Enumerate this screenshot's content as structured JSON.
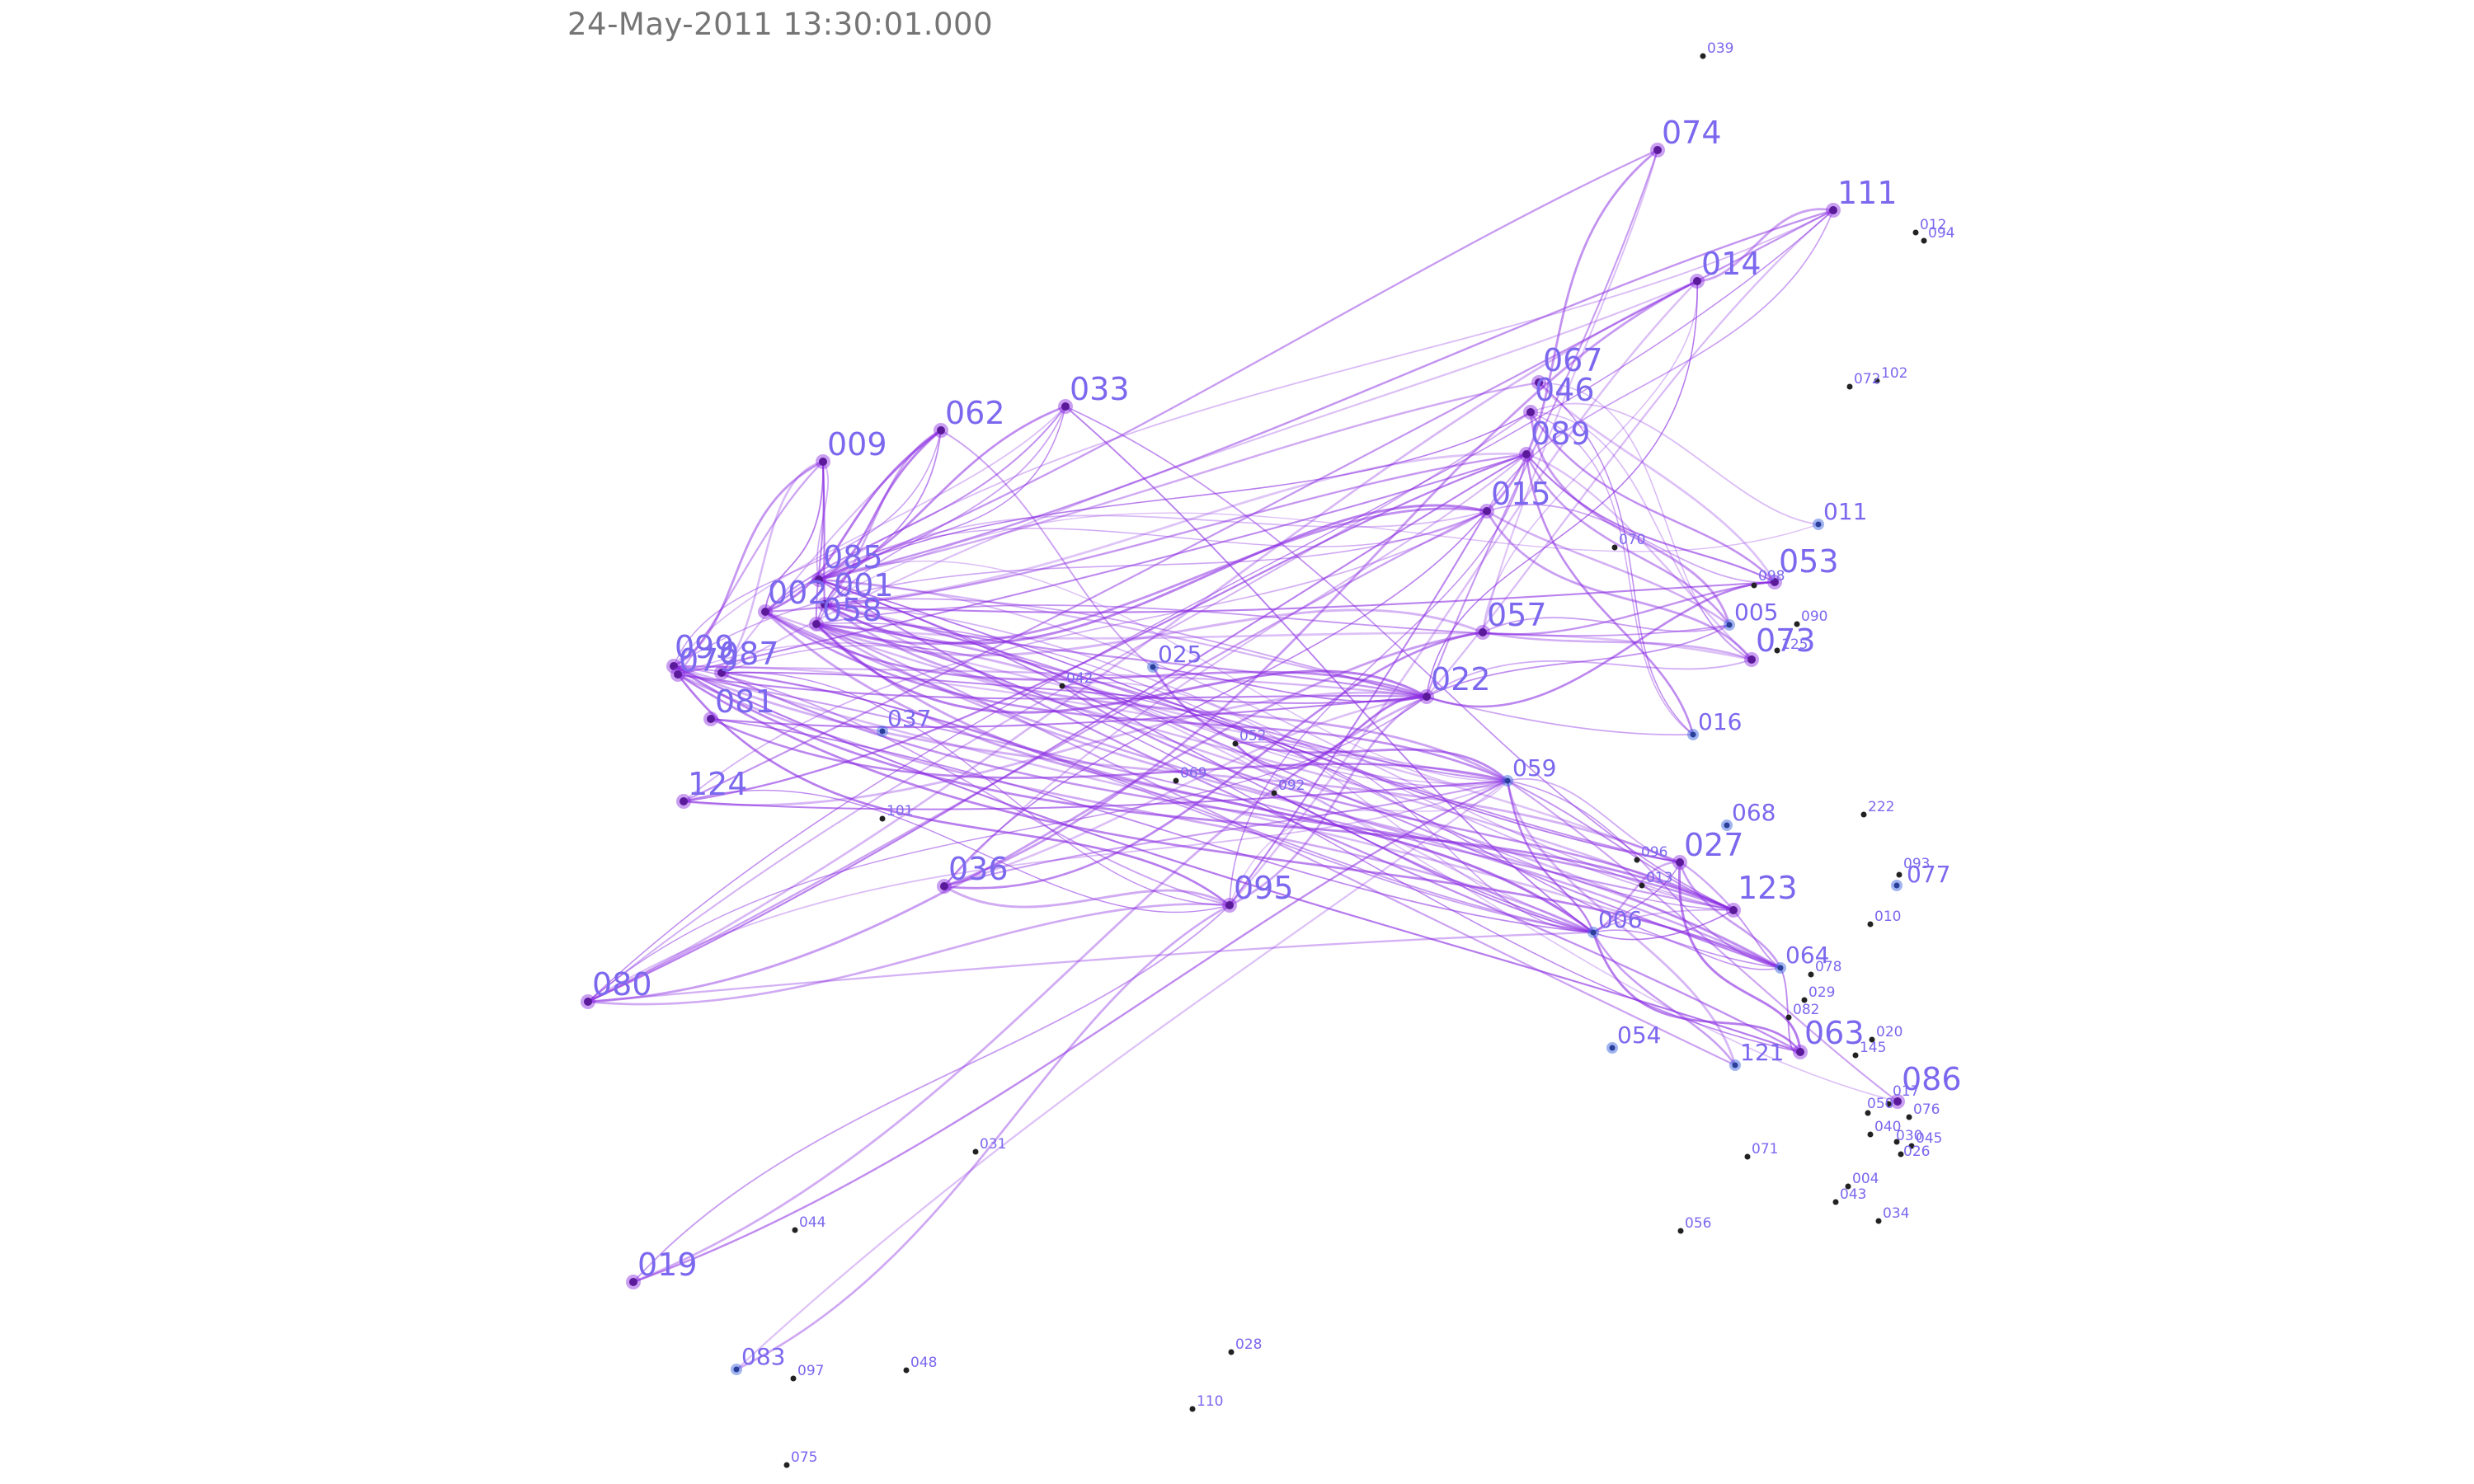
{
  "timestamp": "24-May-2011 13:30:01.000",
  "colors": {
    "edge": "#8a2be2",
    "label": "#7b68ee",
    "node_major_fill": "#8a2be2",
    "node_blue_fill": "#4169e1",
    "node_minor_fill": "#222222",
    "timestamp": "#757575"
  },
  "nodes": [
    {
      "id": "039",
      "kind": "minor"
    },
    {
      "id": "074",
      "kind": "major"
    },
    {
      "id": "111",
      "kind": "major"
    },
    {
      "id": "012",
      "kind": "minor"
    },
    {
      "id": "094",
      "kind": "minor"
    },
    {
      "id": "014",
      "kind": "major"
    },
    {
      "id": "072",
      "kind": "minor"
    },
    {
      "id": "102",
      "kind": "minor"
    },
    {
      "id": "067",
      "kind": "major"
    },
    {
      "id": "046",
      "kind": "major"
    },
    {
      "id": "089",
      "kind": "major"
    },
    {
      "id": "015",
      "kind": "major"
    },
    {
      "id": "070",
      "kind": "minor"
    },
    {
      "id": "011",
      "kind": "blue"
    },
    {
      "id": "053",
      "kind": "major"
    },
    {
      "id": "098",
      "kind": "minor"
    },
    {
      "id": "005",
      "kind": "blue"
    },
    {
      "id": "090",
      "kind": "minor"
    },
    {
      "id": "073",
      "kind": "major"
    },
    {
      "id": "125",
      "kind": "minor"
    },
    {
      "id": "057",
      "kind": "major"
    },
    {
      "id": "022",
      "kind": "major"
    },
    {
      "id": "016",
      "kind": "blue"
    },
    {
      "id": "059",
      "kind": "blue"
    },
    {
      "id": "033",
      "kind": "major"
    },
    {
      "id": "062",
      "kind": "major"
    },
    {
      "id": "009",
      "kind": "major"
    },
    {
      "id": "085",
      "kind": "major"
    },
    {
      "id": "001",
      "kind": "major"
    },
    {
      "id": "002",
      "kind": "major"
    },
    {
      "id": "058",
      "kind": "major"
    },
    {
      "id": "099",
      "kind": "major"
    },
    {
      "id": "079",
      "kind": "major"
    },
    {
      "id": "087",
      "kind": "major"
    },
    {
      "id": "081",
      "kind": "major"
    },
    {
      "id": "025",
      "kind": "blue"
    },
    {
      "id": "042",
      "kind": "minor"
    },
    {
      "id": "037",
      "kind": "blue"
    },
    {
      "id": "052",
      "kind": "minor"
    },
    {
      "id": "069",
      "kind": "minor"
    },
    {
      "id": "092",
      "kind": "minor"
    },
    {
      "id": "101",
      "kind": "minor"
    },
    {
      "id": "124",
      "kind": "major"
    },
    {
      "id": "036",
      "kind": "major"
    },
    {
      "id": "095",
      "kind": "major"
    },
    {
      "id": "080",
      "kind": "major"
    },
    {
      "id": "019",
      "kind": "major"
    },
    {
      "id": "068",
      "kind": "blue"
    },
    {
      "id": "096",
      "kind": "minor"
    },
    {
      "id": "027",
      "kind": "major"
    },
    {
      "id": "013",
      "kind": "minor"
    },
    {
      "id": "123",
      "kind": "major"
    },
    {
      "id": "006",
      "kind": "blue"
    },
    {
      "id": "222",
      "kind": "minor"
    },
    {
      "id": "093",
      "kind": "minor"
    },
    {
      "id": "077",
      "kind": "blue"
    },
    {
      "id": "010",
      "kind": "minor"
    },
    {
      "id": "064",
      "kind": "blue"
    },
    {
      "id": "078",
      "kind": "minor"
    },
    {
      "id": "029",
      "kind": "minor"
    },
    {
      "id": "082",
      "kind": "minor"
    },
    {
      "id": "063",
      "kind": "major"
    },
    {
      "id": "020",
      "kind": "minor"
    },
    {
      "id": "145",
      "kind": "minor"
    },
    {
      "id": "054",
      "kind": "blue"
    },
    {
      "id": "121",
      "kind": "blue"
    },
    {
      "id": "086",
      "kind": "major"
    },
    {
      "id": "017",
      "kind": "minor"
    },
    {
      "id": "050",
      "kind": "minor"
    },
    {
      "id": "076",
      "kind": "minor"
    },
    {
      "id": "040",
      "kind": "minor"
    },
    {
      "id": "030",
      "kind": "minor"
    },
    {
      "id": "045",
      "kind": "minor"
    },
    {
      "id": "026",
      "kind": "minor"
    },
    {
      "id": "071",
      "kind": "minor"
    },
    {
      "id": "004",
      "kind": "minor"
    },
    {
      "id": "043",
      "kind": "minor"
    },
    {
      "id": "034",
      "kind": "minor"
    },
    {
      "id": "056",
      "kind": "minor"
    },
    {
      "id": "031",
      "kind": "minor"
    },
    {
      "id": "044",
      "kind": "minor"
    },
    {
      "id": "083",
      "kind": "blue"
    },
    {
      "id": "097",
      "kind": "minor"
    },
    {
      "id": "048",
      "kind": "minor"
    },
    {
      "id": "028",
      "kind": "minor"
    },
    {
      "id": "110",
      "kind": "minor"
    },
    {
      "id": "075",
      "kind": "minor"
    }
  ],
  "edges": [
    {
      "from": "080",
      "to": "059"
    },
    {
      "from": "080",
      "to": "022"
    },
    {
      "from": "080",
      "to": "015"
    },
    {
      "from": "080",
      "to": "014"
    },
    {
      "from": "080",
      "to": "111"
    },
    {
      "from": "080",
      "to": "046"
    },
    {
      "from": "080",
      "to": "089"
    },
    {
      "from": "080",
      "to": "095"
    },
    {
      "from": "080",
      "to": "057"
    },
    {
      "from": "080",
      "to": "006"
    },
    {
      "from": "124",
      "to": "095"
    },
    {
      "from": "124",
      "to": "059"
    },
    {
      "from": "124",
      "to": "022"
    },
    {
      "from": "124",
      "to": "015"
    },
    {
      "from": "124",
      "to": "089"
    },
    {
      "from": "124",
      "to": "111"
    },
    {
      "from": "036",
      "to": "095"
    },
    {
      "from": "036",
      "to": "059"
    },
    {
      "from": "036",
      "to": "022"
    },
    {
      "from": "036",
      "to": "015"
    },
    {
      "from": "036",
      "to": "089"
    },
    {
      "from": "036",
      "to": "014"
    },
    {
      "from": "036",
      "to": "057"
    },
    {
      "from": "019",
      "to": "095"
    },
    {
      "from": "019",
      "to": "059"
    },
    {
      "from": "019",
      "to": "022"
    },
    {
      "from": "083",
      "to": "095"
    },
    {
      "from": "083",
      "to": "059"
    },
    {
      "from": "099",
      "to": "006"
    },
    {
      "from": "099",
      "to": "123"
    },
    {
      "from": "099",
      "to": "064"
    },
    {
      "from": "099",
      "to": "027"
    },
    {
      "from": "099",
      "to": "063"
    },
    {
      "from": "099",
      "to": "095"
    },
    {
      "from": "099",
      "to": "059"
    },
    {
      "from": "099",
      "to": "022"
    },
    {
      "from": "099",
      "to": "015"
    },
    {
      "from": "079",
      "to": "006"
    },
    {
      "from": "079",
      "to": "123"
    },
    {
      "from": "079",
      "to": "064"
    },
    {
      "from": "079",
      "to": "095"
    },
    {
      "from": "079",
      "to": "059"
    },
    {
      "from": "079",
      "to": "022"
    },
    {
      "from": "079",
      "to": "089"
    },
    {
      "from": "087",
      "to": "006"
    },
    {
      "from": "087",
      "to": "123"
    },
    {
      "from": "087",
      "to": "095"
    },
    {
      "from": "087",
      "to": "059"
    },
    {
      "from": "087",
      "to": "022"
    },
    {
      "from": "087",
      "to": "014"
    },
    {
      "from": "081",
      "to": "006"
    },
    {
      "from": "081",
      "to": "059"
    },
    {
      "from": "081",
      "to": "022"
    },
    {
      "from": "002",
      "to": "006"
    },
    {
      "from": "002",
      "to": "123"
    },
    {
      "from": "002",
      "to": "064"
    },
    {
      "from": "002",
      "to": "059"
    },
    {
      "from": "002",
      "to": "022"
    },
    {
      "from": "002",
      "to": "015"
    },
    {
      "from": "002",
      "to": "089"
    },
    {
      "from": "002",
      "to": "111"
    },
    {
      "from": "085",
      "to": "006"
    },
    {
      "from": "085",
      "to": "123"
    },
    {
      "from": "085",
      "to": "064"
    },
    {
      "from": "085",
      "to": "027"
    },
    {
      "from": "085",
      "to": "063"
    },
    {
      "from": "085",
      "to": "059"
    },
    {
      "from": "085",
      "to": "022"
    },
    {
      "from": "085",
      "to": "015"
    },
    {
      "from": "085",
      "to": "046"
    },
    {
      "from": "085",
      "to": "067"
    },
    {
      "from": "085",
      "to": "074"
    },
    {
      "from": "085",
      "to": "111"
    },
    {
      "from": "001",
      "to": "006"
    },
    {
      "from": "001",
      "to": "123"
    },
    {
      "from": "001",
      "to": "064"
    },
    {
      "from": "001",
      "to": "027"
    },
    {
      "from": "001",
      "to": "059"
    },
    {
      "from": "001",
      "to": "022"
    },
    {
      "from": "001",
      "to": "015"
    },
    {
      "from": "001",
      "to": "089"
    },
    {
      "from": "001",
      "to": "053"
    },
    {
      "from": "001",
      "to": "011"
    },
    {
      "from": "001",
      "to": "016"
    },
    {
      "from": "058",
      "to": "006"
    },
    {
      "from": "058",
      "to": "123"
    },
    {
      "from": "058",
      "to": "064"
    },
    {
      "from": "058",
      "to": "027"
    },
    {
      "from": "058",
      "to": "063"
    },
    {
      "from": "058",
      "to": "059"
    },
    {
      "from": "058",
      "to": "022"
    },
    {
      "from": "058",
      "to": "057"
    },
    {
      "from": "058",
      "to": "015"
    },
    {
      "from": "058",
      "to": "073"
    },
    {
      "from": "058",
      "to": "005"
    },
    {
      "from": "058",
      "to": "121"
    },
    {
      "from": "058",
      "to": "086"
    },
    {
      "from": "009",
      "to": "085"
    },
    {
      "from": "009",
      "to": "001"
    },
    {
      "from": "009",
      "to": "058"
    },
    {
      "from": "009",
      "to": "002"
    },
    {
      "from": "009",
      "to": "099"
    },
    {
      "from": "009",
      "to": "087"
    },
    {
      "from": "009",
      "to": "079"
    },
    {
      "from": "062",
      "to": "085"
    },
    {
      "from": "062",
      "to": "001"
    },
    {
      "from": "062",
      "to": "058"
    },
    {
      "from": "062",
      "to": "002"
    },
    {
      "from": "062",
      "to": "099"
    },
    {
      "from": "062",
      "to": "087"
    },
    {
      "from": "062",
      "to": "025"
    },
    {
      "from": "033",
      "to": "085"
    },
    {
      "from": "033",
      "to": "001"
    },
    {
      "from": "033",
      "to": "058"
    },
    {
      "from": "033",
      "to": "002"
    },
    {
      "from": "033",
      "to": "099"
    },
    {
      "from": "033",
      "to": "006"
    },
    {
      "from": "033",
      "to": "123"
    },
    {
      "from": "025",
      "to": "059"
    },
    {
      "from": "025",
      "to": "022"
    },
    {
      "from": "042",
      "to": "006"
    },
    {
      "from": "042",
      "to": "123"
    },
    {
      "from": "042",
      "to": "064"
    },
    {
      "from": "052",
      "to": "006"
    },
    {
      "from": "052",
      "to": "022"
    },
    {
      "from": "092",
      "to": "006"
    },
    {
      "from": "092",
      "to": "059"
    },
    {
      "from": "095",
      "to": "022"
    },
    {
      "from": "095",
      "to": "059"
    },
    {
      "from": "095",
      "to": "015"
    },
    {
      "from": "095",
      "to": "014"
    },
    {
      "from": "095",
      "to": "089"
    },
    {
      "from": "059",
      "to": "006"
    },
    {
      "from": "059",
      "to": "123"
    },
    {
      "from": "059",
      "to": "064"
    },
    {
      "from": "059",
      "to": "027"
    },
    {
      "from": "015",
      "to": "053"
    },
    {
      "from": "015",
      "to": "005"
    },
    {
      "from": "015",
      "to": "073"
    },
    {
      "from": "046",
      "to": "053"
    },
    {
      "from": "046",
      "to": "005"
    },
    {
      "from": "046",
      "to": "016"
    },
    {
      "from": "046",
      "to": "073"
    },
    {
      "from": "046",
      "to": "011"
    },
    {
      "from": "067",
      "to": "053"
    },
    {
      "from": "067",
      "to": "016"
    },
    {
      "from": "067",
      "to": "073"
    },
    {
      "from": "089",
      "to": "053"
    },
    {
      "from": "089",
      "to": "005"
    },
    {
      "from": "089",
      "to": "073"
    },
    {
      "from": "089",
      "to": "016"
    },
    {
      "from": "057",
      "to": "053"
    },
    {
      "from": "057",
      "to": "005"
    },
    {
      "from": "057",
      "to": "073"
    },
    {
      "from": "022",
      "to": "053"
    },
    {
      "from": "022",
      "to": "073"
    },
    {
      "from": "022",
      "to": "005"
    },
    {
      "from": "074",
      "to": "015"
    },
    {
      "from": "074",
      "to": "022"
    },
    {
      "from": "074",
      "to": "057"
    },
    {
      "from": "111",
      "to": "015"
    },
    {
      "from": "111",
      "to": "022"
    },
    {
      "from": "111",
      "to": "014"
    },
    {
      "from": "014",
      "to": "022"
    },
    {
      "from": "014",
      "to": "057"
    },
    {
      "from": "006",
      "to": "123"
    },
    {
      "from": "006",
      "to": "064"
    },
    {
      "from": "006",
      "to": "063"
    },
    {
      "from": "006",
      "to": "121"
    },
    {
      "from": "006",
      "to": "027"
    },
    {
      "from": "027",
      "to": "123"
    },
    {
      "from": "027",
      "to": "064"
    },
    {
      "from": "027",
      "to": "063"
    },
    {
      "from": "027",
      "to": "006"
    },
    {
      "from": "123",
      "to": "064"
    },
    {
      "from": "123",
      "to": "006"
    },
    {
      "from": "063",
      "to": "064"
    },
    {
      "from": "059",
      "to": "121"
    },
    {
      "from": "059",
      "to": "086"
    }
  ]
}
